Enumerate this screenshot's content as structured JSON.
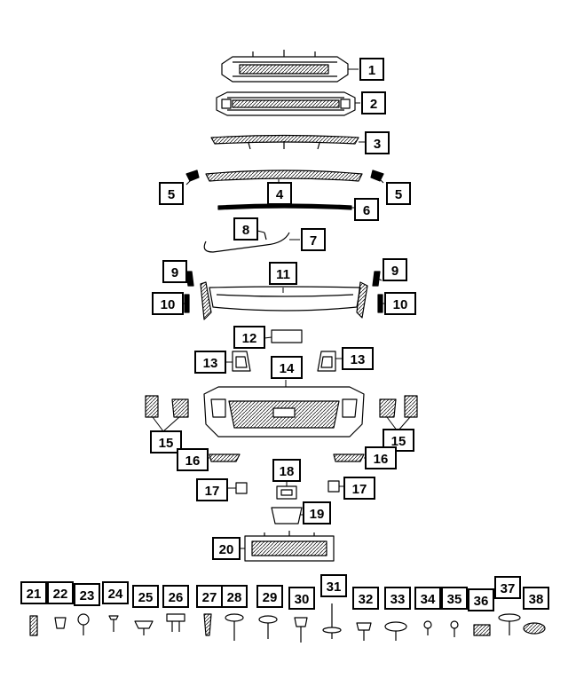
{
  "callouts": [
    {
      "id": "c1",
      "text": "1"
    },
    {
      "id": "c2",
      "text": "2"
    },
    {
      "id": "c3",
      "text": "3"
    },
    {
      "id": "c4",
      "text": "4"
    },
    {
      "id": "c5l",
      "text": "5"
    },
    {
      "id": "c5r",
      "text": "5"
    },
    {
      "id": "c6",
      "text": "6"
    },
    {
      "id": "c7",
      "text": "7"
    },
    {
      "id": "c8",
      "text": "8"
    },
    {
      "id": "c9l",
      "text": "9"
    },
    {
      "id": "c9r",
      "text": "9"
    },
    {
      "id": "c10l",
      "text": "10"
    },
    {
      "id": "c10r",
      "text": "10"
    },
    {
      "id": "c11",
      "text": "11"
    },
    {
      "id": "c12",
      "text": "12"
    },
    {
      "id": "c13l",
      "text": "13"
    },
    {
      "id": "c13r",
      "text": "13"
    },
    {
      "id": "c14",
      "text": "14"
    },
    {
      "id": "c15l",
      "text": "15"
    },
    {
      "id": "c15r",
      "text": "15"
    },
    {
      "id": "c16l",
      "text": "16"
    },
    {
      "id": "c16r",
      "text": "16"
    },
    {
      "id": "c17l",
      "text": "17"
    },
    {
      "id": "c17r",
      "text": "17"
    },
    {
      "id": "c18",
      "text": "18"
    },
    {
      "id": "c19",
      "text": "19"
    },
    {
      "id": "c20",
      "text": "20"
    },
    {
      "id": "c21",
      "text": "21"
    },
    {
      "id": "c22",
      "text": "22"
    },
    {
      "id": "c23",
      "text": "23"
    },
    {
      "id": "c24",
      "text": "24"
    },
    {
      "id": "c25",
      "text": "25"
    },
    {
      "id": "c26",
      "text": "26"
    },
    {
      "id": "c27",
      "text": "27"
    },
    {
      "id": "c28",
      "text": "28"
    },
    {
      "id": "c29",
      "text": "29"
    },
    {
      "id": "c30",
      "text": "30"
    },
    {
      "id": "c31",
      "text": "31"
    },
    {
      "id": "c32",
      "text": "32"
    },
    {
      "id": "c33",
      "text": "33"
    },
    {
      "id": "c34",
      "text": "34"
    },
    {
      "id": "c35",
      "text": "35"
    },
    {
      "id": "c36",
      "text": "36"
    },
    {
      "id": "c37",
      "text": "37"
    },
    {
      "id": "c38",
      "text": "38"
    }
  ]
}
